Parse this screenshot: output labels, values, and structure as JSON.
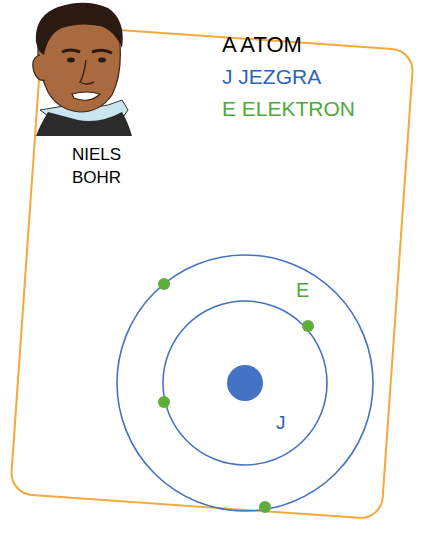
{
  "diagram": {
    "labels": [
      "A ATOM",
      "J JEZGRA",
      "E ELEKTRON",
      "NIELS BOHR",
      "E",
      "J"
    ]
  }
}
